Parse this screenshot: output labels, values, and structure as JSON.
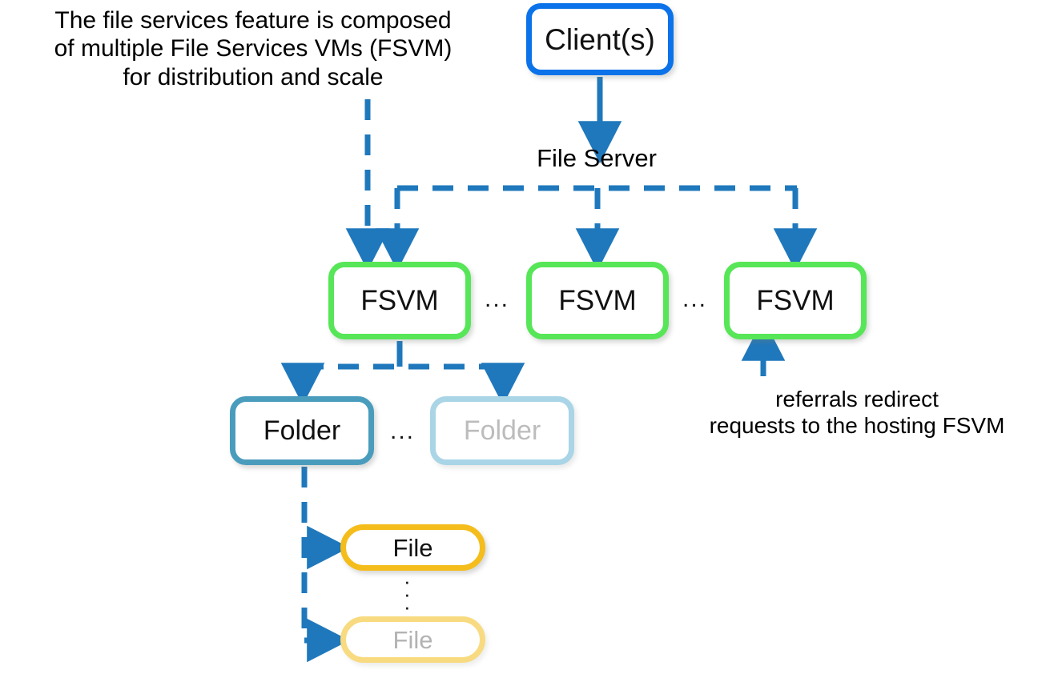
{
  "diagram": {
    "title_note": "The file services feature is composed\nof multiple File Services VMs (FSVM)\nfor distribution and scale",
    "referral_note": "referrals redirect\nrequests to the hosting FSVM",
    "file_server_label": "File Server",
    "ellipsis": "...",
    "vertical_ellipsis_dot": "·",
    "nodes": {
      "client": {
        "label": "Client(s)",
        "color": "#0b72e9"
      },
      "fsvm": [
        {
          "label": "FSVM",
          "color": "#56e657",
          "state": "active"
        },
        {
          "label": "FSVM",
          "color": "#56e657",
          "state": "active"
        },
        {
          "label": "FSVM",
          "color": "#56e657",
          "state": "active"
        }
      ],
      "folder": [
        {
          "label": "Folder",
          "color": "#4a9cbd",
          "state": "active"
        },
        {
          "label": "Folder",
          "color": "#a9d5e6",
          "state": "faded"
        }
      ],
      "file": [
        {
          "label": "File",
          "color": "#f4bd1c",
          "state": "active"
        },
        {
          "label": "File",
          "color": "#f8da80",
          "state": "faded"
        }
      ]
    },
    "connector_color": "#1f78bc",
    "connectors": [
      {
        "from": "client",
        "to": "file-server",
        "style": "solid-arrow"
      },
      {
        "from": "file-server",
        "to": "fsvm-1",
        "style": "dashed-arrow"
      },
      {
        "from": "file-server",
        "to": "fsvm-2",
        "style": "dashed-arrow"
      },
      {
        "from": "file-server",
        "to": "fsvm-3",
        "style": "dashed-arrow"
      },
      {
        "from": "title-note",
        "to": "fsvm-1",
        "style": "dashed-arrow"
      },
      {
        "from": "fsvm-1",
        "to": "folder-1",
        "style": "dashed-arrow"
      },
      {
        "from": "fsvm-1",
        "to": "folder-2",
        "style": "dashed-arrow"
      },
      {
        "from": "folder-1",
        "to": "file-1",
        "style": "dashed-arrow"
      },
      {
        "from": "folder-1",
        "to": "file-2",
        "style": "dashed-arrow"
      },
      {
        "from": "referral-note",
        "to": "fsvm-3",
        "style": "solid-arrow-up"
      }
    ]
  }
}
